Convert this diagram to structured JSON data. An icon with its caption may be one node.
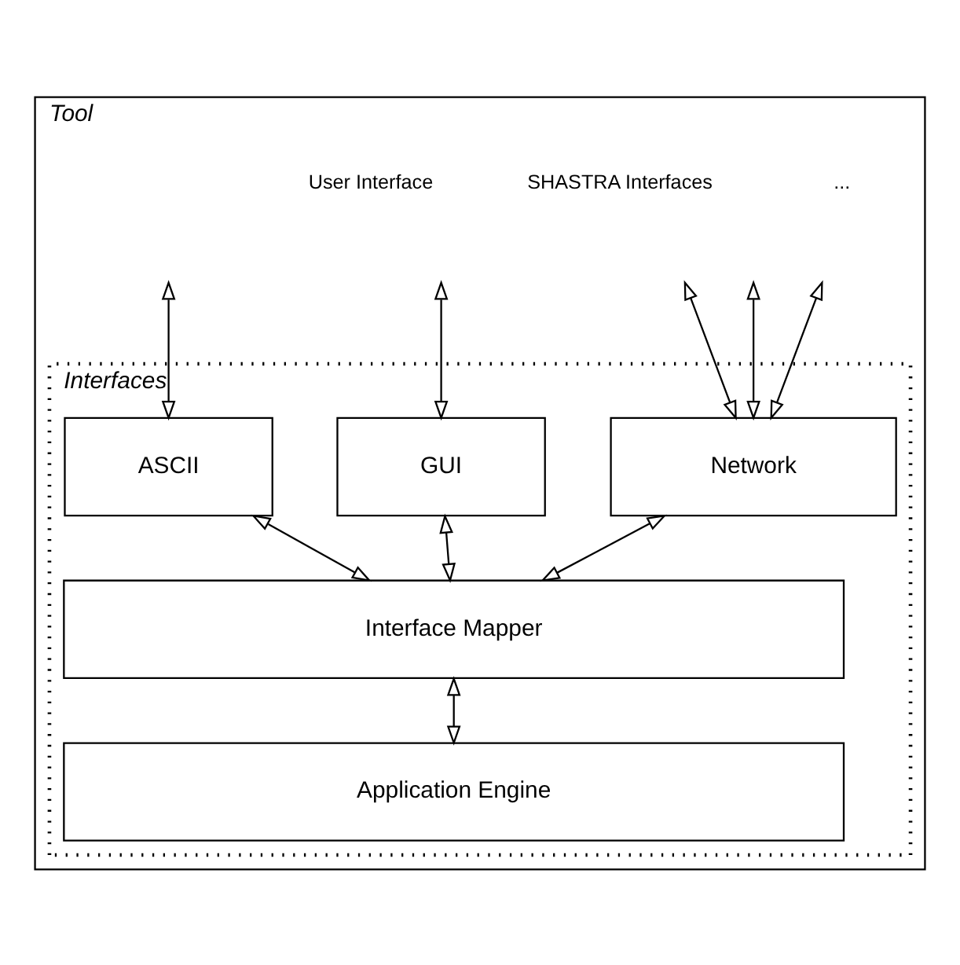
{
  "diagram": {
    "nodes": [
      {
        "text": [
          "Tool"
        ]
      },
      {
        "text": [
          "Interfaces"
        ],
        "in": 0
      },
      {
        "text": [
          "ASCII"
        ],
        "in": 1
      },
      {
        "text": [
          "GUI"
        ],
        "in": 1
      },
      {
        "text": [
          "Network"
        ],
        "in": 1
      },
      {
        "text": [
          "Interface Mapper"
        ],
        "in": 1
      },
      {
        "text": [
          "Application Engine"
        ],
        "in": 1
      }
    ],
    "edges": [
      {
        "from": null,
        "to": 2,
        "arrow": "both"
      },
      {
        "from": null,
        "to": 3,
        "arrow": "both"
      },
      {
        "from": null,
        "to": 4,
        "arrow": "both"
      },
      {
        "from": null,
        "to": 4,
        "arrow": "both"
      },
      {
        "from": null,
        "to": 4,
        "arrow": "both"
      },
      {
        "from": 2,
        "to": 5,
        "arrow": "both"
      },
      {
        "from": 3,
        "to": 5,
        "arrow": "both"
      },
      {
        "from": 4,
        "to": 5,
        "arrow": "both"
      },
      {
        "from": 5,
        "to": 6,
        "arrow": "both"
      }
    ],
    "labels": [
      "User Interface",
      "SHASTRA Interfaces",
      "..."
    ]
  }
}
